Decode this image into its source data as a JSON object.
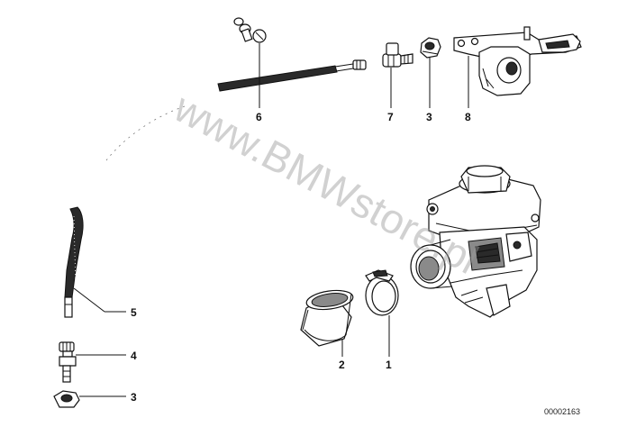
{
  "diagram": {
    "watermark": "www.BMWstore.pl",
    "reference_number": "00002163",
    "callouts": {
      "c1": "1",
      "c2": "2",
      "c3a": "3",
      "c3b": "3",
      "c4": "4",
      "c5": "5",
      "c6": "6",
      "c7": "7",
      "c8": "8"
    },
    "icons": [
      "carburetor",
      "throttle-lever",
      "hose-clamp",
      "rubber-sleeve",
      "fuel-hose",
      "banjo-bolt",
      "hex-nut",
      "cable",
      "cable-end-fittings",
      "union-screw"
    ]
  }
}
